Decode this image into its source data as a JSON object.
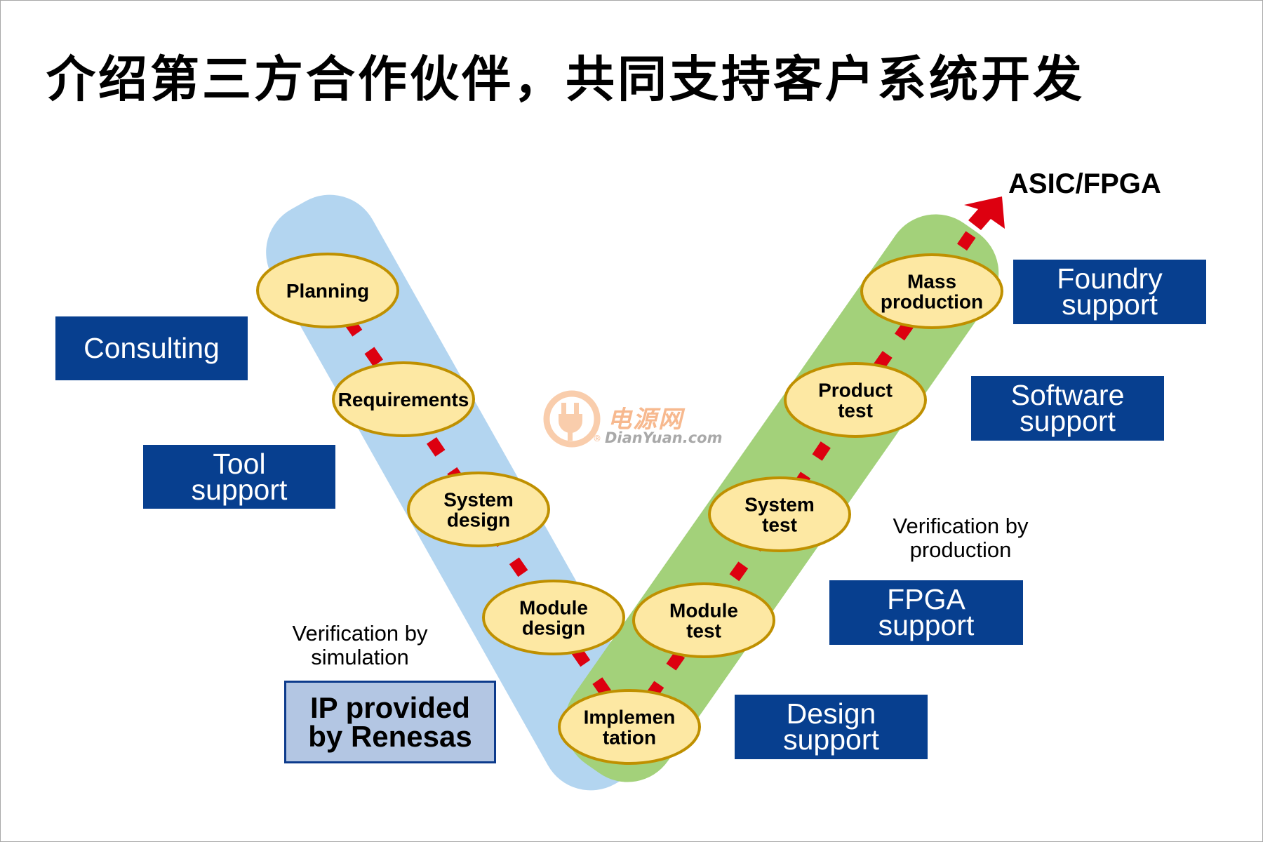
{
  "title": "介绍第三方合作伙伴，共同支持客户系统开发",
  "target_label": "ASIC/FPGA",
  "colors": {
    "support_box": "#073f8f",
    "design_band": "#b3d5f0",
    "test_band": "#a3d17a",
    "stage_fill": "#fde8a3",
    "stage_stroke": "#bf9000",
    "flow_arrow": "#dd0010",
    "ip_box_fill": "#b3c6e3"
  },
  "design_stages": [
    {
      "lines": [
        "Planning"
      ]
    },
    {
      "lines": [
        "Requirements"
      ]
    },
    {
      "lines": [
        "System",
        "design"
      ]
    },
    {
      "lines": [
        "Module",
        "design"
      ]
    }
  ],
  "bottom_stage": {
    "lines": [
      "Implemen",
      "tation"
    ]
  },
  "test_stages": [
    {
      "lines": [
        "Module",
        "test"
      ]
    },
    {
      "lines": [
        "System",
        "test"
      ]
    },
    {
      "lines": [
        "Product",
        "test"
      ]
    },
    {
      "lines": [
        "Mass",
        "production"
      ]
    }
  ],
  "support_boxes": {
    "consulting": {
      "lines": [
        "Consulting"
      ]
    },
    "tool": {
      "lines": [
        "Tool",
        "support"
      ]
    },
    "foundry": {
      "lines": [
        "Foundry",
        "support"
      ]
    },
    "software": {
      "lines": [
        "Software",
        "support"
      ]
    },
    "fpga": {
      "lines": [
        "FPGA",
        "support"
      ]
    },
    "design": {
      "lines": [
        "Design",
        "support"
      ]
    }
  },
  "notes": {
    "simulation": {
      "lines": [
        "Verification by",
        "simulation"
      ]
    },
    "production": {
      "lines": [
        "Verification by",
        "production"
      ]
    }
  },
  "ip_box": {
    "lines": [
      "IP provided",
      "by Renesas"
    ]
  },
  "watermark": {
    "cn": "电源网",
    "en": "DianYuan.com",
    "reg": "®"
  }
}
